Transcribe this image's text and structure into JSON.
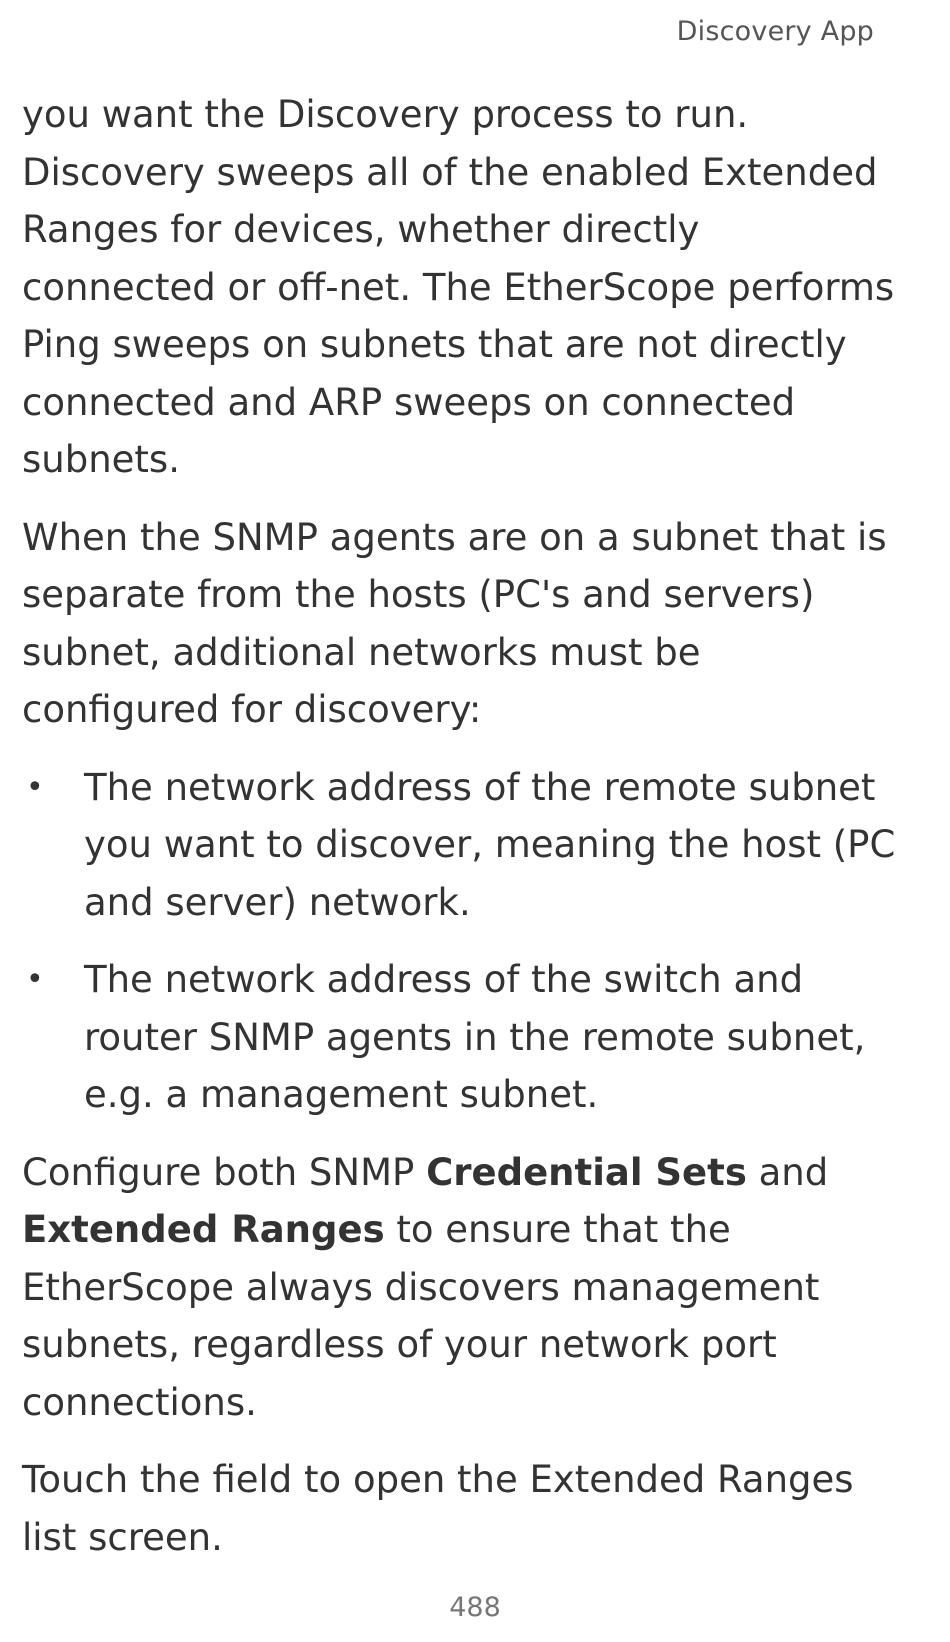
{
  "header": {
    "title": "Discovery App"
  },
  "body": {
    "p1": "you want the Discovery process to run. Discovery sweeps all of the enabled Extended Ranges for devices, whether directly connected or off-net. The EtherScope performs Ping sweeps on subnets that are not directly connected and ARP sweeps on connected subnets.",
    "p2": "When the SNMP agents are on a subnet that is separate from the hosts (PC's and servers) subnet, additional networks must be configured for discovery:",
    "bullets": [
      "The network address of the remote subnet you want to discover, meaning the host (PC and server) network.",
      "The network address of the switch and router SNMP agents in the remote subnet, e.g. a management subnet."
    ],
    "p3": {
      "seg1": "Configure both SNMP ",
      "bold1": "Credential Sets",
      "seg2": " and ",
      "bold2": "Extended Ranges",
      "seg3": " to ensure that the EtherScope always discovers management subnets, regardless of your network port connections."
    },
    "p4": "Touch the field to open the Extended Ranges list screen.",
    "bullet_glyph": "•"
  },
  "footer": {
    "page_number": "488"
  }
}
